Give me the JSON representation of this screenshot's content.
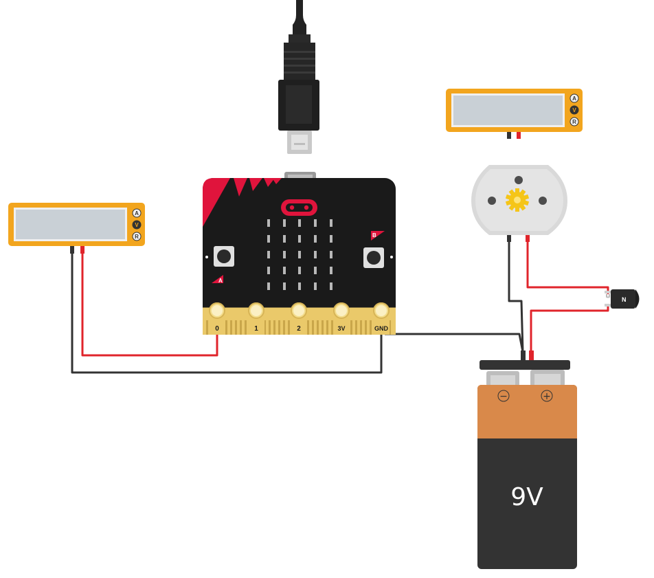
{
  "microbit": {
    "pin_labels": [
      "0",
      "1",
      "2",
      "3V",
      "GND"
    ],
    "button_a_label": "A",
    "button_b_label": "B"
  },
  "multimeter": {
    "mode_labels": [
      "A",
      "V",
      "R"
    ]
  },
  "battery": {
    "voltage_label": "9V",
    "minus_symbol": "−",
    "plus_symbol": "+"
  },
  "diode": {
    "label": "N"
  },
  "colors": {
    "wire_red": "#e0242b",
    "wire_black": "#333333",
    "microbit_body": "#1a1a1a",
    "microbit_accent": "#e0143c",
    "multimeter_case": "#f2a51e",
    "battery_copper": "#d9894a",
    "battery_body": "#333333"
  }
}
